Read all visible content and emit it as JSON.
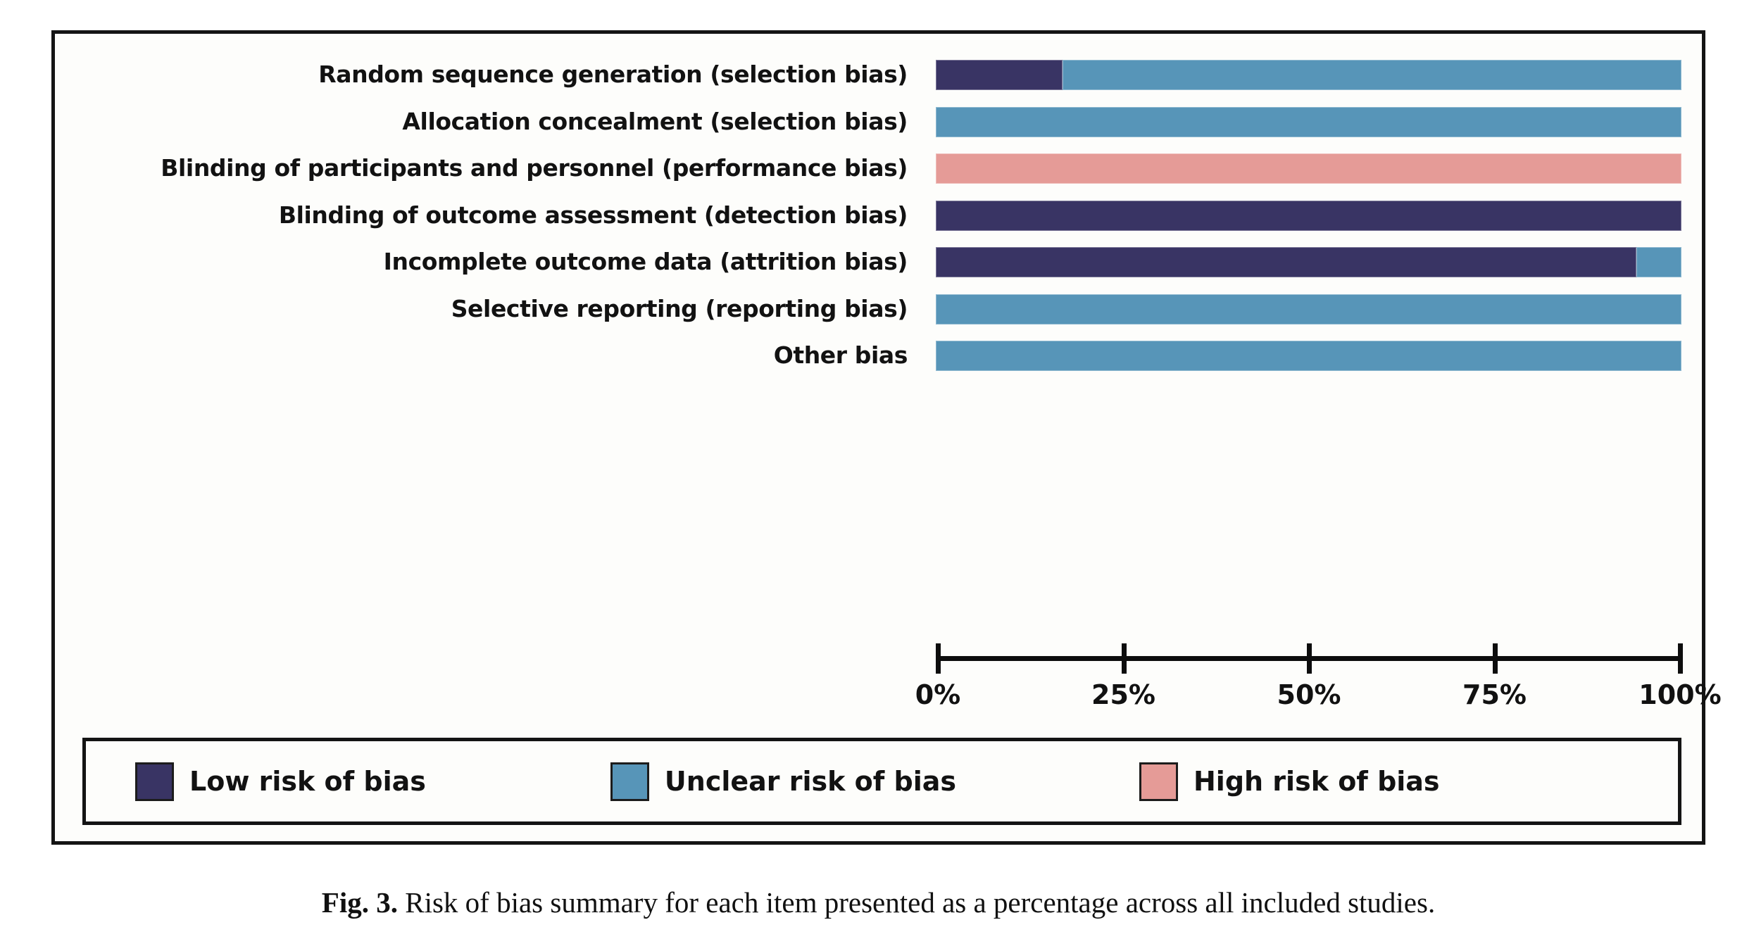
{
  "figure": {
    "caption_label": "Fig. 3.",
    "caption_text": "Risk of bias summary for each item presented as a percentage across all included studies."
  },
  "legend": {
    "items": [
      {
        "label": "Low risk of bias",
        "key": "low",
        "color": "#393464"
      },
      {
        "label": "Unclear risk of bias",
        "key": "unclear",
        "color": "#5795b8"
      },
      {
        "label": "High risk of bias",
        "key": "high",
        "color": "#e59b97"
      }
    ]
  },
  "axis": {
    "ticks": [
      "0%",
      "25%",
      "50%",
      "75%",
      "100%"
    ],
    "tick_values": [
      0,
      25,
      50,
      75,
      100
    ]
  },
  "rows": [
    {
      "label": "Random sequence generation (selection bias)"
    },
    {
      "label": "Allocation concealment (selection bias)"
    },
    {
      "label": "Blinding of participants and personnel (performance bias)"
    },
    {
      "label": "Blinding of outcome assessment (detection bias)"
    },
    {
      "label": "Incomplete outcome data (attrition bias)"
    },
    {
      "label": "Selective reporting (reporting bias)"
    },
    {
      "label": "Other bias"
    }
  ],
  "chart_data": {
    "type": "bar",
    "orientation": "horizontal",
    "stacked": true,
    "title": "",
    "xlabel": "",
    "ylabel": "",
    "xlim": [
      0,
      100
    ],
    "xtick_labels": [
      "0%",
      "25%",
      "50%",
      "75%",
      "100%"
    ],
    "grid": false,
    "legend_position": "bottom",
    "categories": [
      "Random sequence generation (selection bias)",
      "Allocation concealment (selection bias)",
      "Blinding of participants and personnel (performance bias)",
      "Blinding of outcome assessment (detection bias)",
      "Incomplete outcome data (attrition bias)",
      "Selective reporting (reporting bias)",
      "Other bias"
    ],
    "series": [
      {
        "name": "Low risk of bias",
        "color": "#393464",
        "values": [
          17,
          0,
          0,
          100,
          94,
          0,
          0
        ]
      },
      {
        "name": "Unclear risk of bias",
        "color": "#5795b8",
        "values": [
          83,
          100,
          0,
          0,
          6,
          100,
          100
        ]
      },
      {
        "name": "High risk of bias",
        "color": "#e59b97",
        "values": [
          0,
          0,
          100,
          0,
          0,
          0,
          0
        ]
      }
    ]
  }
}
